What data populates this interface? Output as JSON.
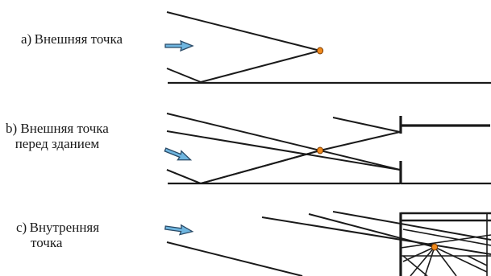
{
  "panels": [
    {
      "id": "a",
      "label_lines": [
        "a) Внешняя точка"
      ]
    },
    {
      "id": "b",
      "label_lines": [
        "b) Внешняя точка",
        "перед зданием"
      ]
    },
    {
      "id": "c",
      "label_lines": [
        "c) Внутренняя",
        "точка"
      ]
    }
  ],
  "colors": {
    "ray": "#1a1a1a",
    "point_fill": "#f08a1c",
    "point_stroke": "#7a3a00",
    "arrow_fill": "#6fb6e0",
    "arrow_stroke": "#2a4a66"
  },
  "icons": {
    "arrow": "direction-arrow-icon",
    "point": "receiver-point-icon"
  }
}
